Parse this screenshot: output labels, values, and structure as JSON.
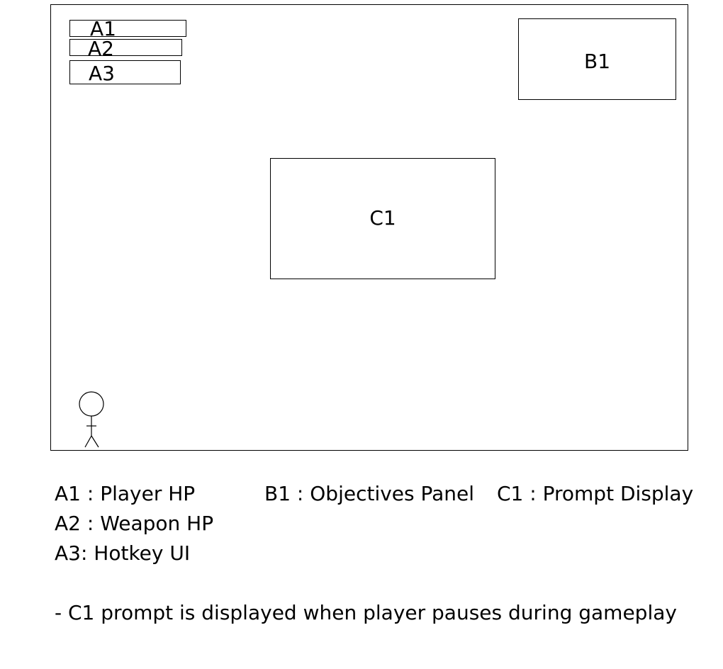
{
  "boxes": {
    "a1": "A1",
    "a2": "A2",
    "a3": "A3",
    "b1": "B1",
    "c1": "C1"
  },
  "legend": {
    "a1": "A1 : Player HP",
    "a2": "A2 : Weapon HP",
    "a3": "A3: Hotkey UI",
    "b1": "B1 : Objectives Panel",
    "c1": "C1 : Prompt Display"
  },
  "note": "- C1 prompt is displayed when player pauses during gameplay"
}
